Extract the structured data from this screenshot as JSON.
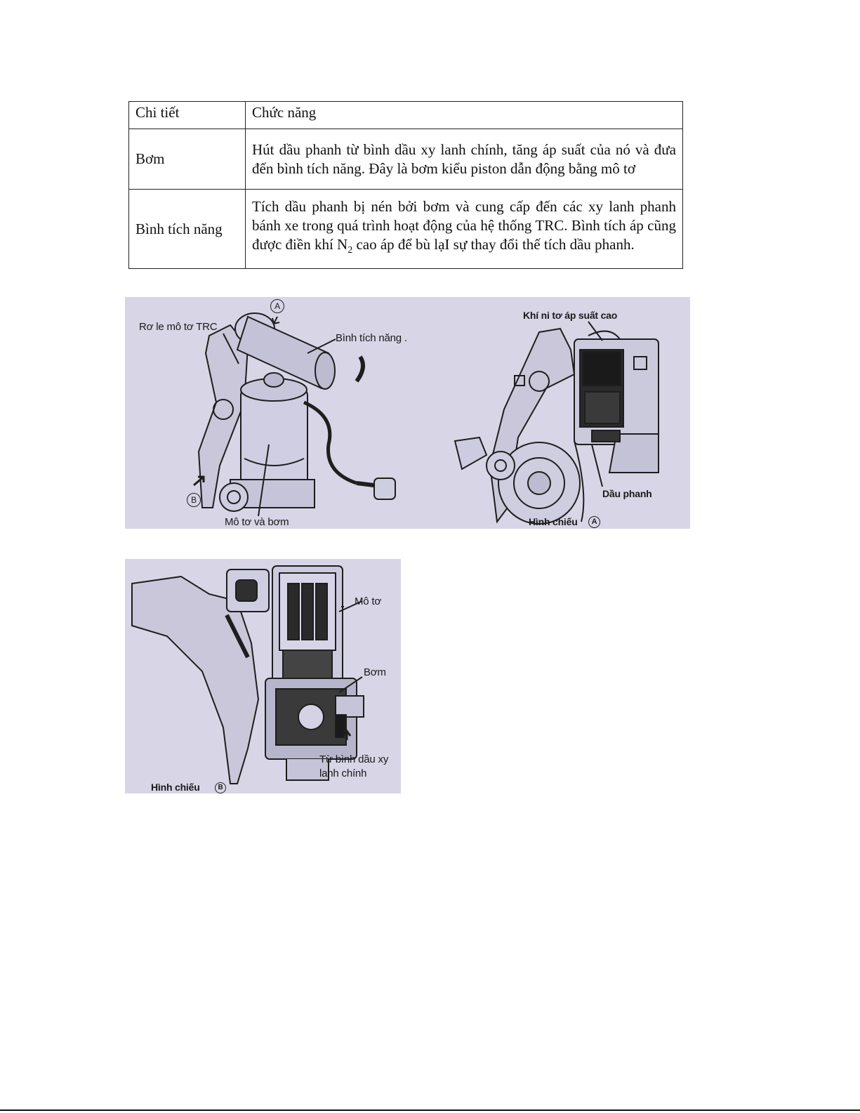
{
  "table": {
    "headers": {
      "part": "Chi tiết",
      "function": "Chức năng"
    },
    "rows": [
      {
        "part": "Bơm",
        "function": "Hút dầu phanh từ bình dầu xy lanh chính, tăng áp suất của nó và đưa đến bình tích năng. Đây là bơm kiểu piston dẫn động bằng mô tơ"
      },
      {
        "part": "Bình tích năng",
        "function_before": "Tích dầu phanh bị nén bởi bơm và cung cấp đến các xy lanh phanh bánh xe trong quá trình hoạt động của hệ thống TRC. Bình tích áp cũng được điền khí N",
        "function_sub": "2",
        "function_after": " cao áp để bù lạI sự thay đổi thế tích dầu phanh."
      }
    ]
  },
  "figure1": {
    "labels": {
      "relay": "Rơ le mô tơ TRC",
      "marker_a": "A",
      "accumulator": "Bình tích năng .",
      "marker_b": "B",
      "motor_pump": "Mô tơ và bơm",
      "nitrogen": "Khí ni tơ áp suất cao",
      "brake_fluid": "Dầu phanh",
      "view_a": "Hình chiếu",
      "view_a_marker": "A"
    }
  },
  "figure2": {
    "labels": {
      "motor": "Mô tơ",
      "pump": "Bơm",
      "from_reservoir_1": "Từ bình dầu xy",
      "from_reservoir_2": "lanh chính",
      "view_b": "Hình chiếu",
      "view_b_marker": "B"
    }
  }
}
